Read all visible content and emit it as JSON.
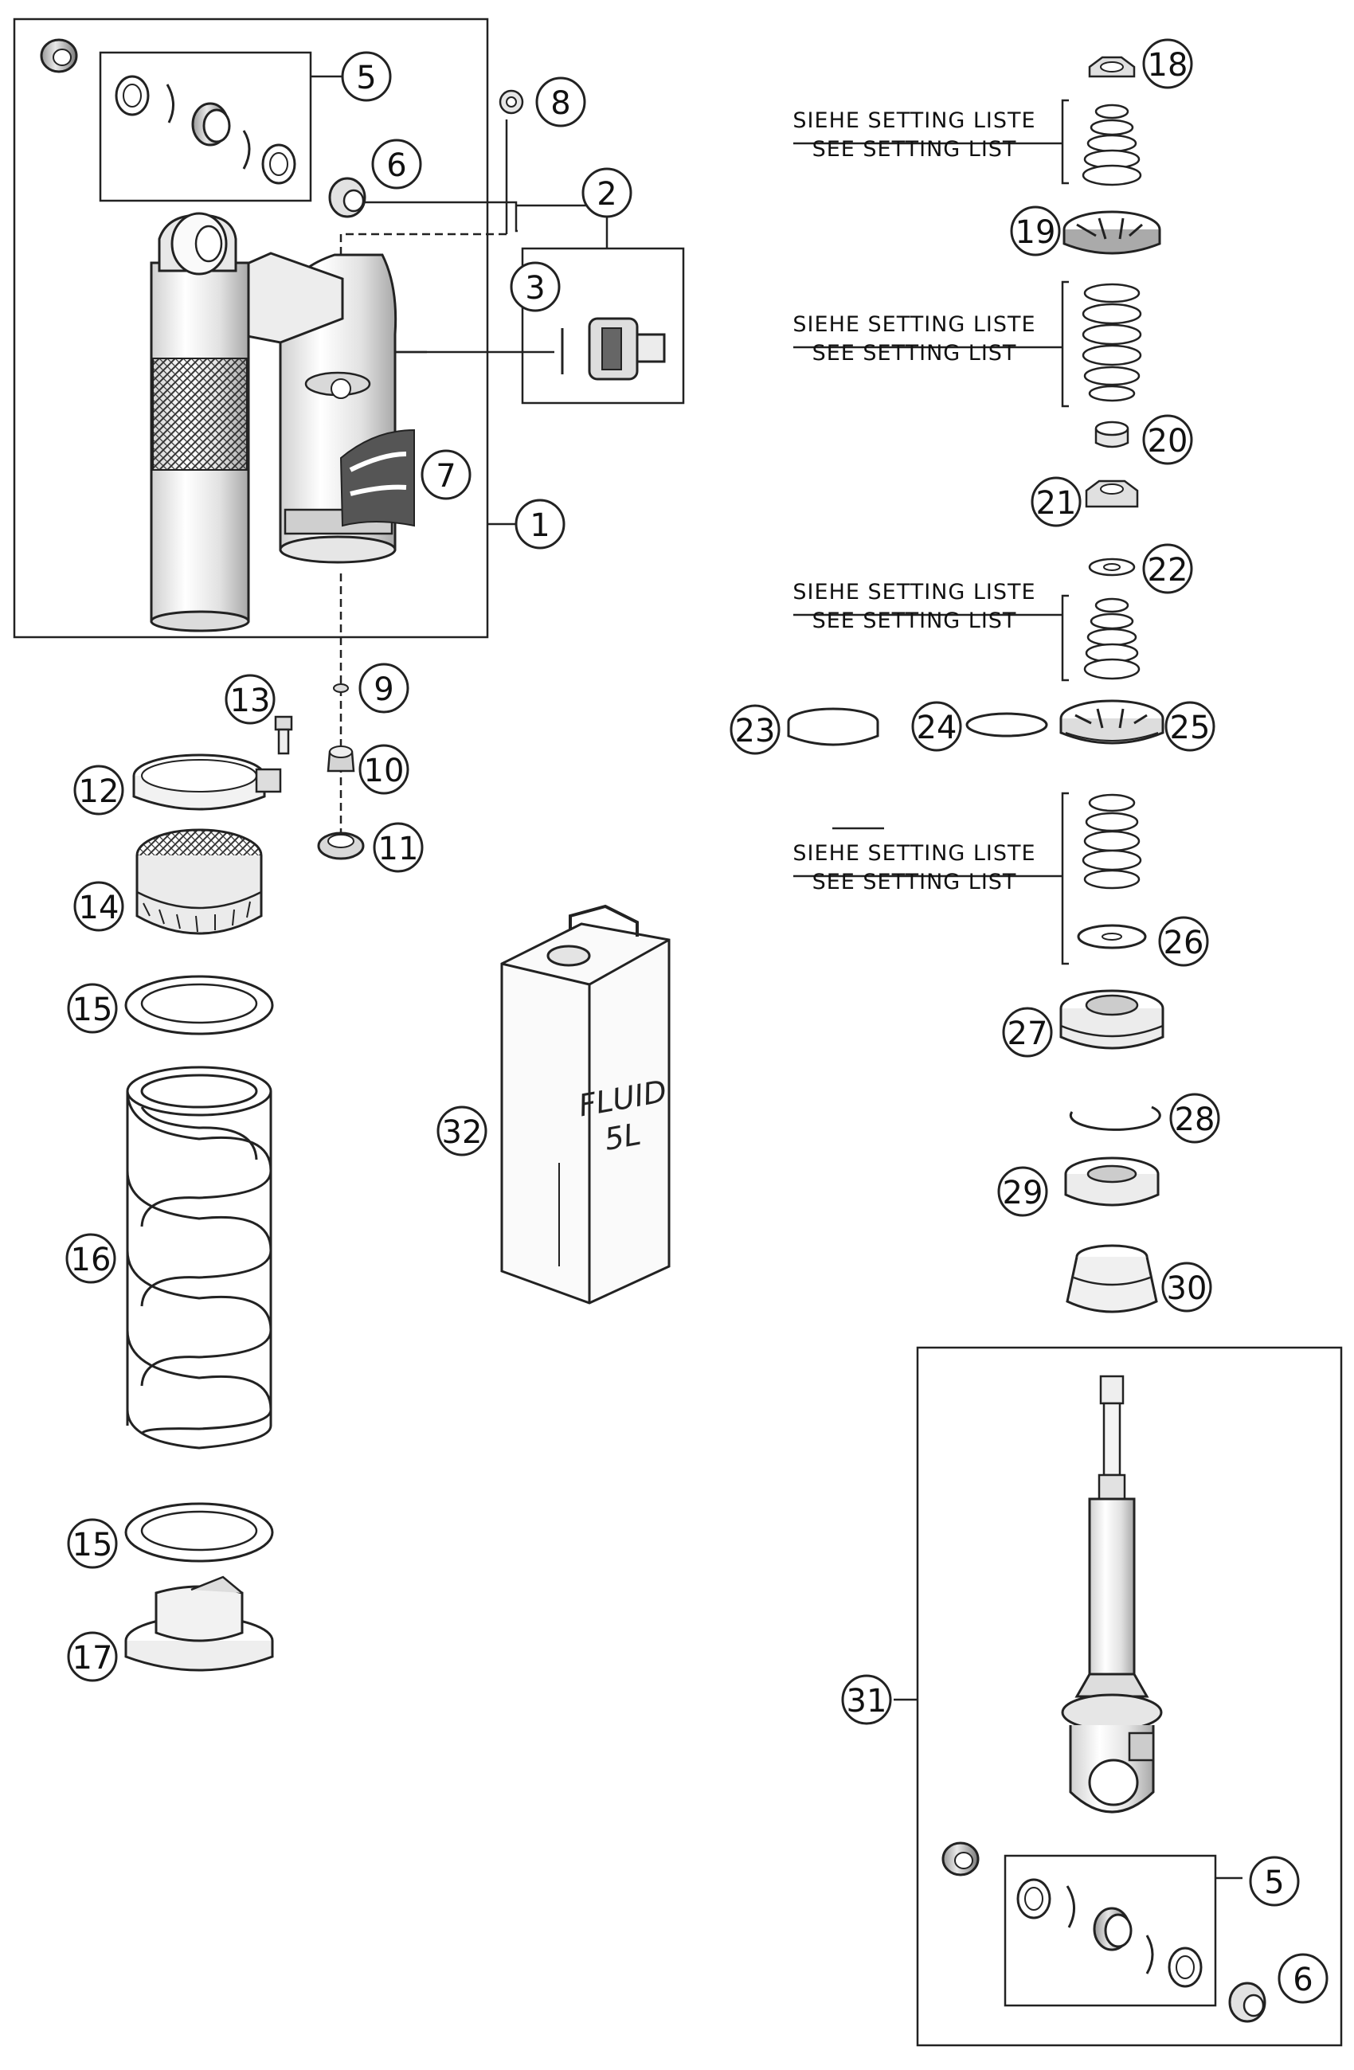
{
  "diagram": {
    "callouts": [
      {
        "id": "c1",
        "label": "1"
      },
      {
        "id": "c2",
        "label": "2"
      },
      {
        "id": "c3",
        "label": "3"
      },
      {
        "id": "c5a",
        "label": "5"
      },
      {
        "id": "c6a",
        "label": "6"
      },
      {
        "id": "c7",
        "label": "7"
      },
      {
        "id": "c8",
        "label": "8"
      },
      {
        "id": "c9",
        "label": "9"
      },
      {
        "id": "c10",
        "label": "10"
      },
      {
        "id": "c11",
        "label": "11"
      },
      {
        "id": "c12",
        "label": "12"
      },
      {
        "id": "c13",
        "label": "13"
      },
      {
        "id": "c14",
        "label": "14"
      },
      {
        "id": "c15a",
        "label": "15"
      },
      {
        "id": "c15b",
        "label": "15"
      },
      {
        "id": "c16",
        "label": "16"
      },
      {
        "id": "c17",
        "label": "17"
      },
      {
        "id": "c18",
        "label": "18"
      },
      {
        "id": "c19",
        "label": "19"
      },
      {
        "id": "c20",
        "label": "20"
      },
      {
        "id": "c21",
        "label": "21"
      },
      {
        "id": "c22",
        "label": "22"
      },
      {
        "id": "c23",
        "label": "23"
      },
      {
        "id": "c24",
        "label": "24"
      },
      {
        "id": "c25",
        "label": "25"
      },
      {
        "id": "c26",
        "label": "26"
      },
      {
        "id": "c27",
        "label": "27"
      },
      {
        "id": "c28",
        "label": "28"
      },
      {
        "id": "c29",
        "label": "29"
      },
      {
        "id": "c30",
        "label": "30"
      },
      {
        "id": "c31",
        "label": "31"
      },
      {
        "id": "c32",
        "label": "32"
      },
      {
        "id": "c5b",
        "label": "5"
      },
      {
        "id": "c6b",
        "label": "6"
      }
    ],
    "setting_notes": [
      {
        "de": "SIEHE SETTING LISTE",
        "en": "SEE SETTING LIST"
      },
      {
        "de": "SIEHE SETTING LISTE",
        "en": "SEE SETTING LIST"
      },
      {
        "de": "SIEHE SETTING LISTE",
        "en": "SEE SETTING LIST"
      },
      {
        "de": "SIEHE SETTING LISTE",
        "en": "SEE SETTING LIST"
      }
    ],
    "fluid_can": {
      "line1": "FLUID",
      "line2": "5L"
    }
  }
}
